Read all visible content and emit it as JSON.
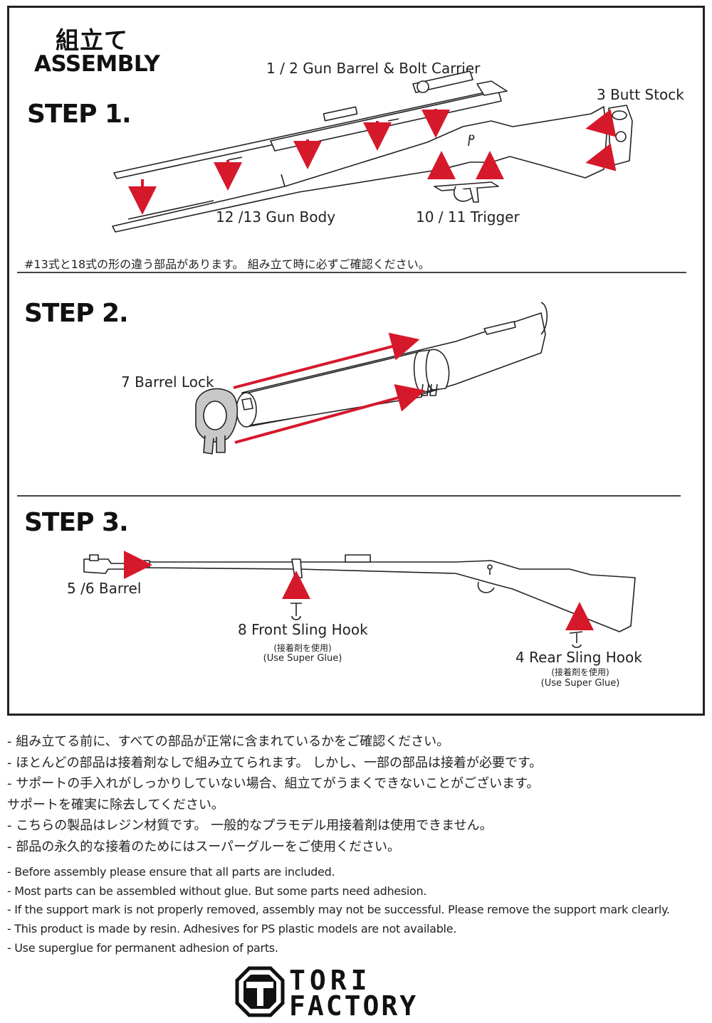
{
  "header": {
    "title_jp": "組立て",
    "title_en": "ASSEMBLY"
  },
  "step1": {
    "heading": "STEP 1.",
    "labels": {
      "barrel_bolt": "1 / 2 Gun Barrel & Bolt Carrier",
      "butt_stock": "3 Butt Stock",
      "gun_body": "12 /13 Gun Body",
      "trigger": "10 / 11 Trigger"
    },
    "note": "#13式と18式の形の違う部品があります。 組み立て時に必ずご確認ください。"
  },
  "step2": {
    "heading": "STEP 2.",
    "labels": {
      "barrel_lock": "7 Barrel Lock"
    }
  },
  "step3": {
    "heading": "STEP 3.",
    "labels": {
      "barrel": "5 /6 Barrel",
      "front_sling": "8 Front Sling Hook",
      "front_sling_jp": "(接着剤を使用)",
      "front_sling_en": "(Use Super Glue)",
      "rear_sling": "4 Rear Sling Hook",
      "rear_sling_jp": "(接着剤を使用)",
      "rear_sling_en": "(Use Super Glue)"
    }
  },
  "instructions_jp": [
    "- 組み立てる前に、すべての部品が正常に含まれているかをご確認ください。",
    "- ほとんどの部品は接着剤なしで組み立てられます。 しかし、一部の部品は接着が必要です。",
    "- サポートの手入れがしっかりしていない場合、組立てがうまくできないことがございます。",
    "   サポートを確実に除去してください。",
    "- こちらの製品はレジン材質です。 一般的なプラモデル用接着剤は使用できません。",
    "- 部品の永久的な接着のためにはスーパーグルーをご使用ください。"
  ],
  "instructions_en": [
    "- Before assembly please ensure that all parts are included.",
    "- Most parts can be assembled without glue. But some parts need adhesion.",
    "- If the support mark is not properly removed, assembly may not be successful. Please remove the support mark clearly.",
    "- This product is made by resin. Adhesives for PS plastic models are not available.",
    "- Use superglue for permanent adhesion of parts."
  ],
  "brand": {
    "line1": "TORI",
    "line2": "FACTORY",
    "logo_letter": "T"
  },
  "colors": {
    "arrow": "#d6182b",
    "line": "#222222",
    "part_fill": "#c8c8c8"
  }
}
